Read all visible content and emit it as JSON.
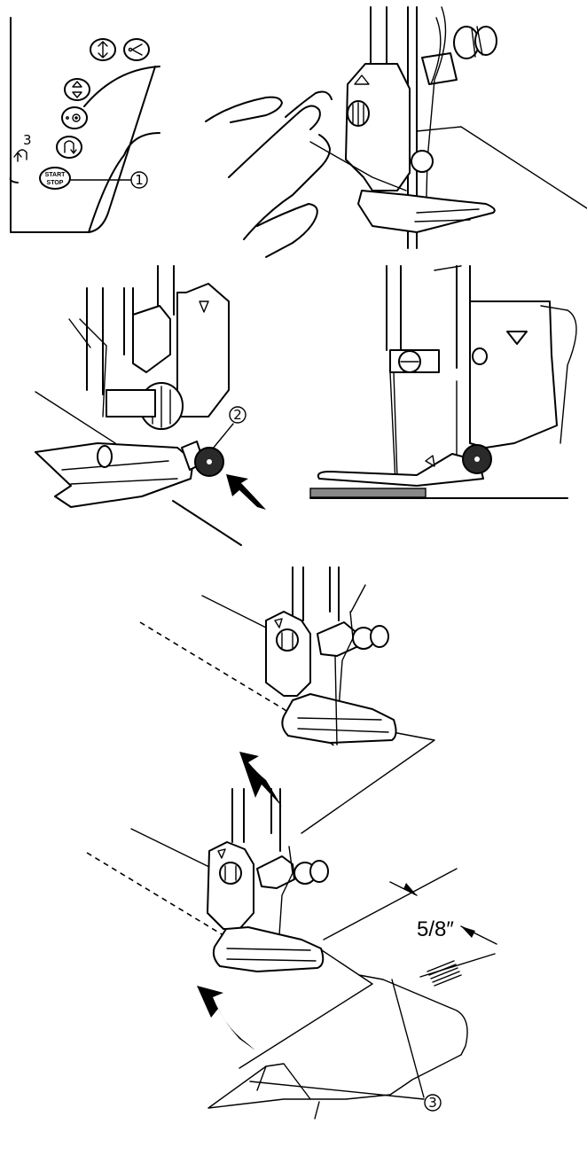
{
  "panel_buttons": {
    "start_stop_line1": "START",
    "start_stop_line2": "STOP",
    "side_marker": "3"
  },
  "callouts": {
    "c1": "1",
    "c2": "2",
    "c3": "3"
  },
  "measurement": {
    "seam_allowance": "5/8″"
  }
}
